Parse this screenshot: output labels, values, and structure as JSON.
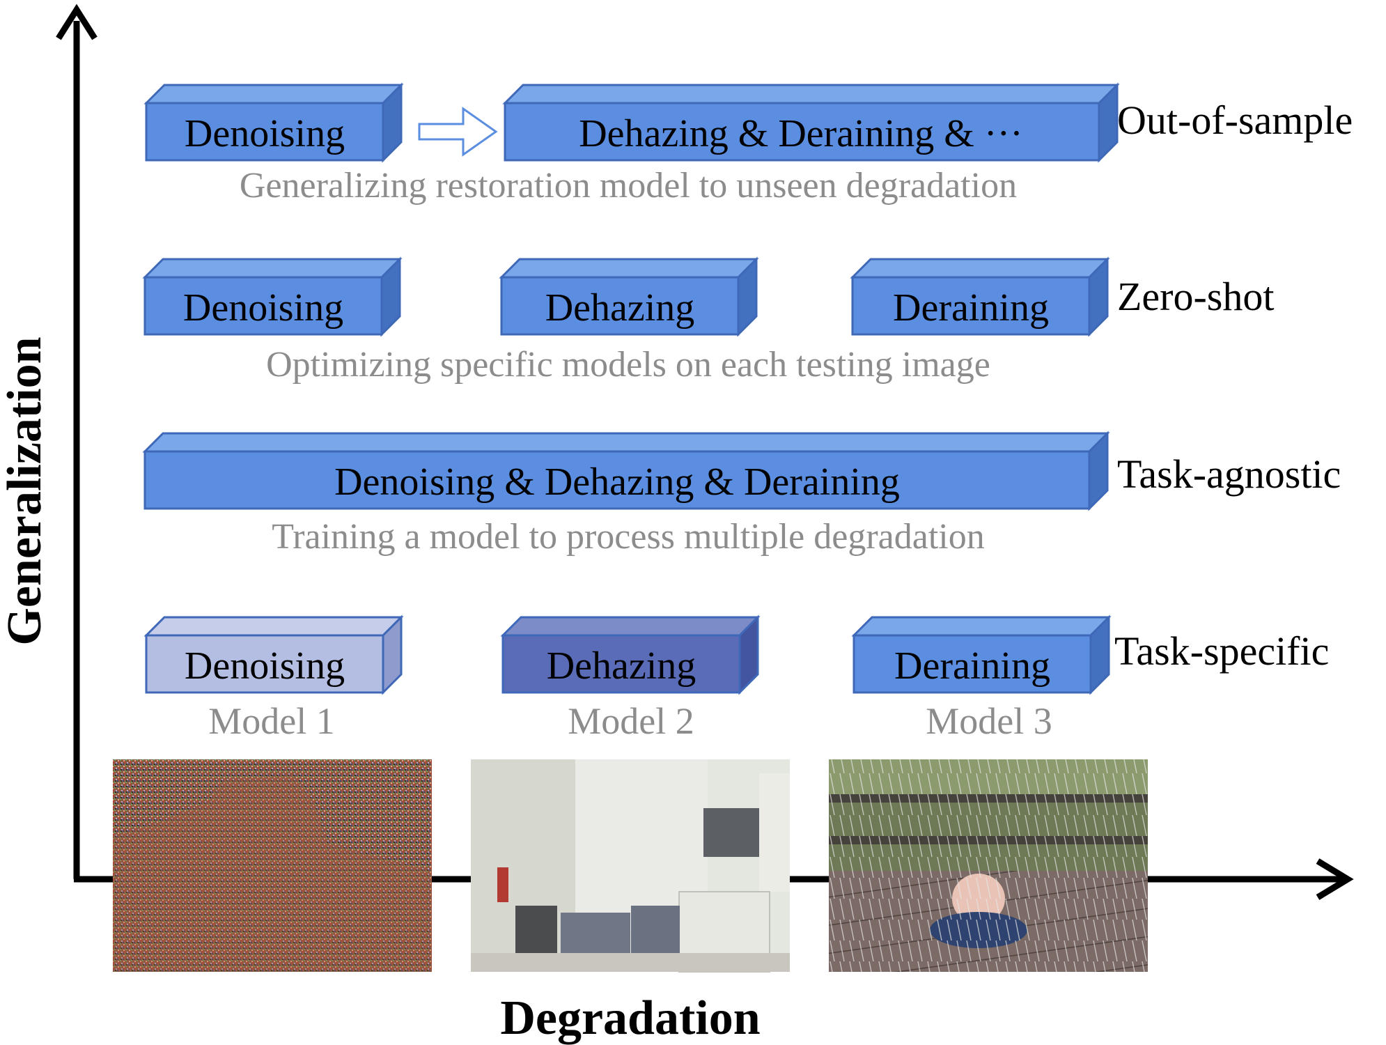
{
  "axes": {
    "y_label": "Generalization",
    "x_label": "Degradation"
  },
  "colors": {
    "blue_front": "#5b8ee0",
    "blue_top": "#7aa7ea",
    "blue_side": "#4470c0",
    "blue_stroke": "#3f68b8",
    "light_front": "#b4bee2",
    "light_top": "#c6cdeb",
    "light_side": "#8f9bcc",
    "dark_front": "#5a6cb8",
    "dark_top": "#7b8cc9",
    "dark_side": "#44559f",
    "desc_text": "#8c8c8c"
  },
  "rows": {
    "out_of_sample": {
      "level": "Out-of-sample",
      "box1": "Denoising",
      "box2": "Dehazing & Deraining & ···",
      "description": "Generalizing restoration model to unseen degradation",
      "arrow_icon": "hollow-right-arrow-icon"
    },
    "zero_shot": {
      "level": "Zero-shot",
      "box1": "Denoising",
      "box2": "Dehazing",
      "box3": "Deraining",
      "description": "Optimizing specific models on each testing image"
    },
    "task_agnostic": {
      "level": "Task-agnostic",
      "box1": "Denoising & Dehazing & Deraining",
      "description": "Training a model to process multiple degradation"
    },
    "task_specific": {
      "level": "Task-specific",
      "box1": "Denoising",
      "box2": "Dehazing",
      "box3": "Deraining",
      "model1": "Model 1",
      "model2": "Model 2",
      "model3": "Model 3"
    }
  },
  "images": {
    "noisy": "noisy-rock-landscape-image",
    "hazy": "hazy-office-kitchen-image",
    "rainy": "rainy-baby-on-deck-image"
  }
}
